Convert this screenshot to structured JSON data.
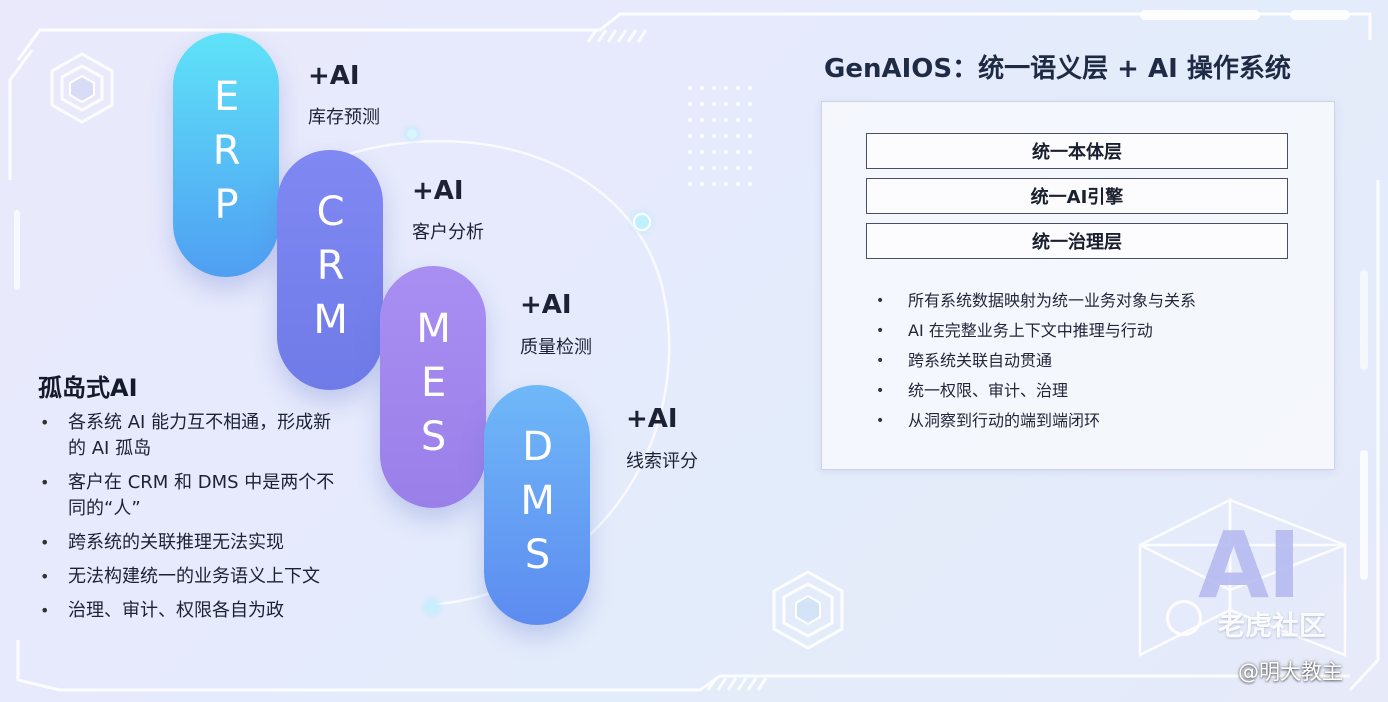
{
  "systems": [
    {
      "label": "ERP",
      "ai": "+AI",
      "use": "库存预测",
      "color_top": "#5ee0f7",
      "color_bottom": "#4f9df2"
    },
    {
      "label": "CRM",
      "ai": "+AI",
      "use": "客户分析",
      "color_top": "#7f8af3",
      "color_bottom": "#6e79e8"
    },
    {
      "label": "MES",
      "ai": "+AI",
      "use": "质量检测",
      "color_top": "#a78bf0",
      "color_bottom": "#9b80ea"
    },
    {
      "label": "DMS",
      "ai": "+AI",
      "use": "线索评分",
      "color_top": "#6eb7f8",
      "color_bottom": "#5f8cf0"
    }
  ],
  "left": {
    "title": "孤岛式AI",
    "items": [
      "各系统 AI 能力互不相通，形成新的 AI 孤岛",
      "客户在 CRM 和 DMS 中是两个不同的“人”",
      "跨系统的关联推理无法实现",
      "无法构建统一的业务语义上下文",
      "治理、审计、权限各自为政"
    ]
  },
  "right": {
    "title": "GenAIOS：统一语义层 + AI 操作系统",
    "layers": [
      "统一本体层",
      "统一AI引擎",
      "统一治理层"
    ],
    "items": [
      "所有系统数据映射为统一业务对象与关系",
      "AI 在完整业务上下文中推理与行动",
      "跨系统关联自动贯通",
      "统一权限、审计、治理",
      "从洞察到行动的端到端闭环"
    ]
  },
  "decor": {
    "big_ai": "AI"
  },
  "watermark": {
    "brand": "老虎社区",
    "author": "@明大教主"
  },
  "colors": {
    "accent": "#4f7df2",
    "frame": "#ffffff",
    "ring": "#ffffff"
  }
}
